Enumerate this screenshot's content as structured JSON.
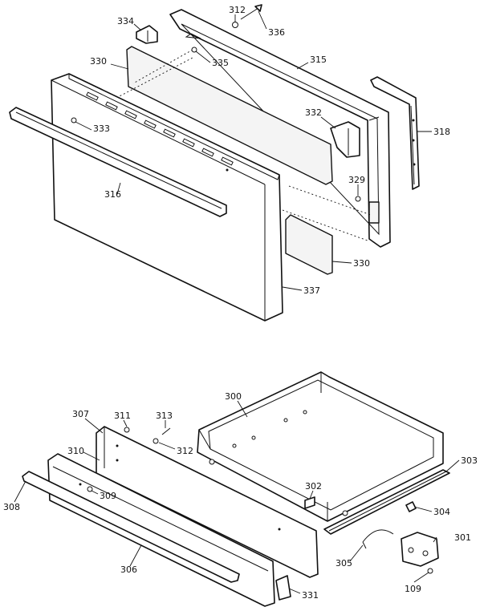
{
  "callouts": {
    "c334": "334",
    "c312a": "312",
    "c336": "336",
    "c330a": "330",
    "c335": "335",
    "c315": "315",
    "c333": "333",
    "c332": "332",
    "c318": "318",
    "c316": "316",
    "c329": "329",
    "c330b": "330",
    "c337": "337",
    "c300": "300",
    "c307": "307",
    "c311": "311",
    "c313": "313",
    "c310": "310",
    "c312b": "312",
    "c303": "303",
    "c308": "308",
    "c309": "309",
    "c302": "302",
    "c304": "304",
    "c301": "301",
    "c305": "305",
    "c306": "306",
    "c331": "331",
    "c109": "109"
  }
}
